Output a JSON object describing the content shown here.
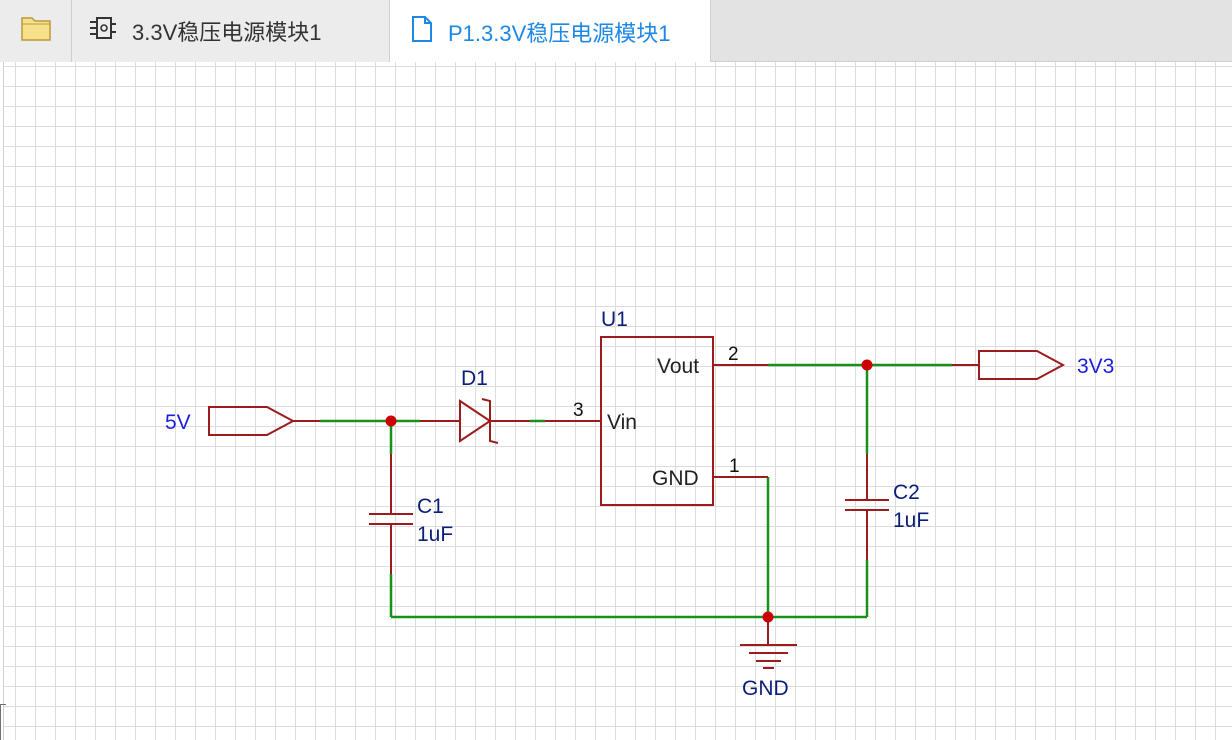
{
  "tabs": [
    {
      "label": "",
      "icon": "folder-icon"
    },
    {
      "label": "3.3V稳压电源模块1",
      "icon": "schematic-icon"
    },
    {
      "label": "P1.3.3V稳压电源模块1",
      "icon": "document-icon",
      "active": true
    }
  ],
  "schematic": {
    "ports": {
      "input": "5V",
      "output": "3V3"
    },
    "regulator": {
      "designator": "U1",
      "pin_vin": "Vin",
      "pin_vout": "Vout",
      "pin_gnd": "GND",
      "pin_vin_num": "3",
      "pin_vout_num": "2",
      "pin_gnd_num": "1"
    },
    "diode": {
      "designator": "D1"
    },
    "c1": {
      "designator": "C1",
      "value": "1uF"
    },
    "c2": {
      "designator": "C2",
      "value": "1uF"
    },
    "ground": {
      "label": "GND"
    }
  },
  "colors": {
    "wire": "#1a8f1a",
    "component": "#9b1c1c",
    "junction": "#cc0000",
    "net_label": "#1e1ee0",
    "designator": "#0b1f7a",
    "tab_active": "#1e88e5"
  }
}
